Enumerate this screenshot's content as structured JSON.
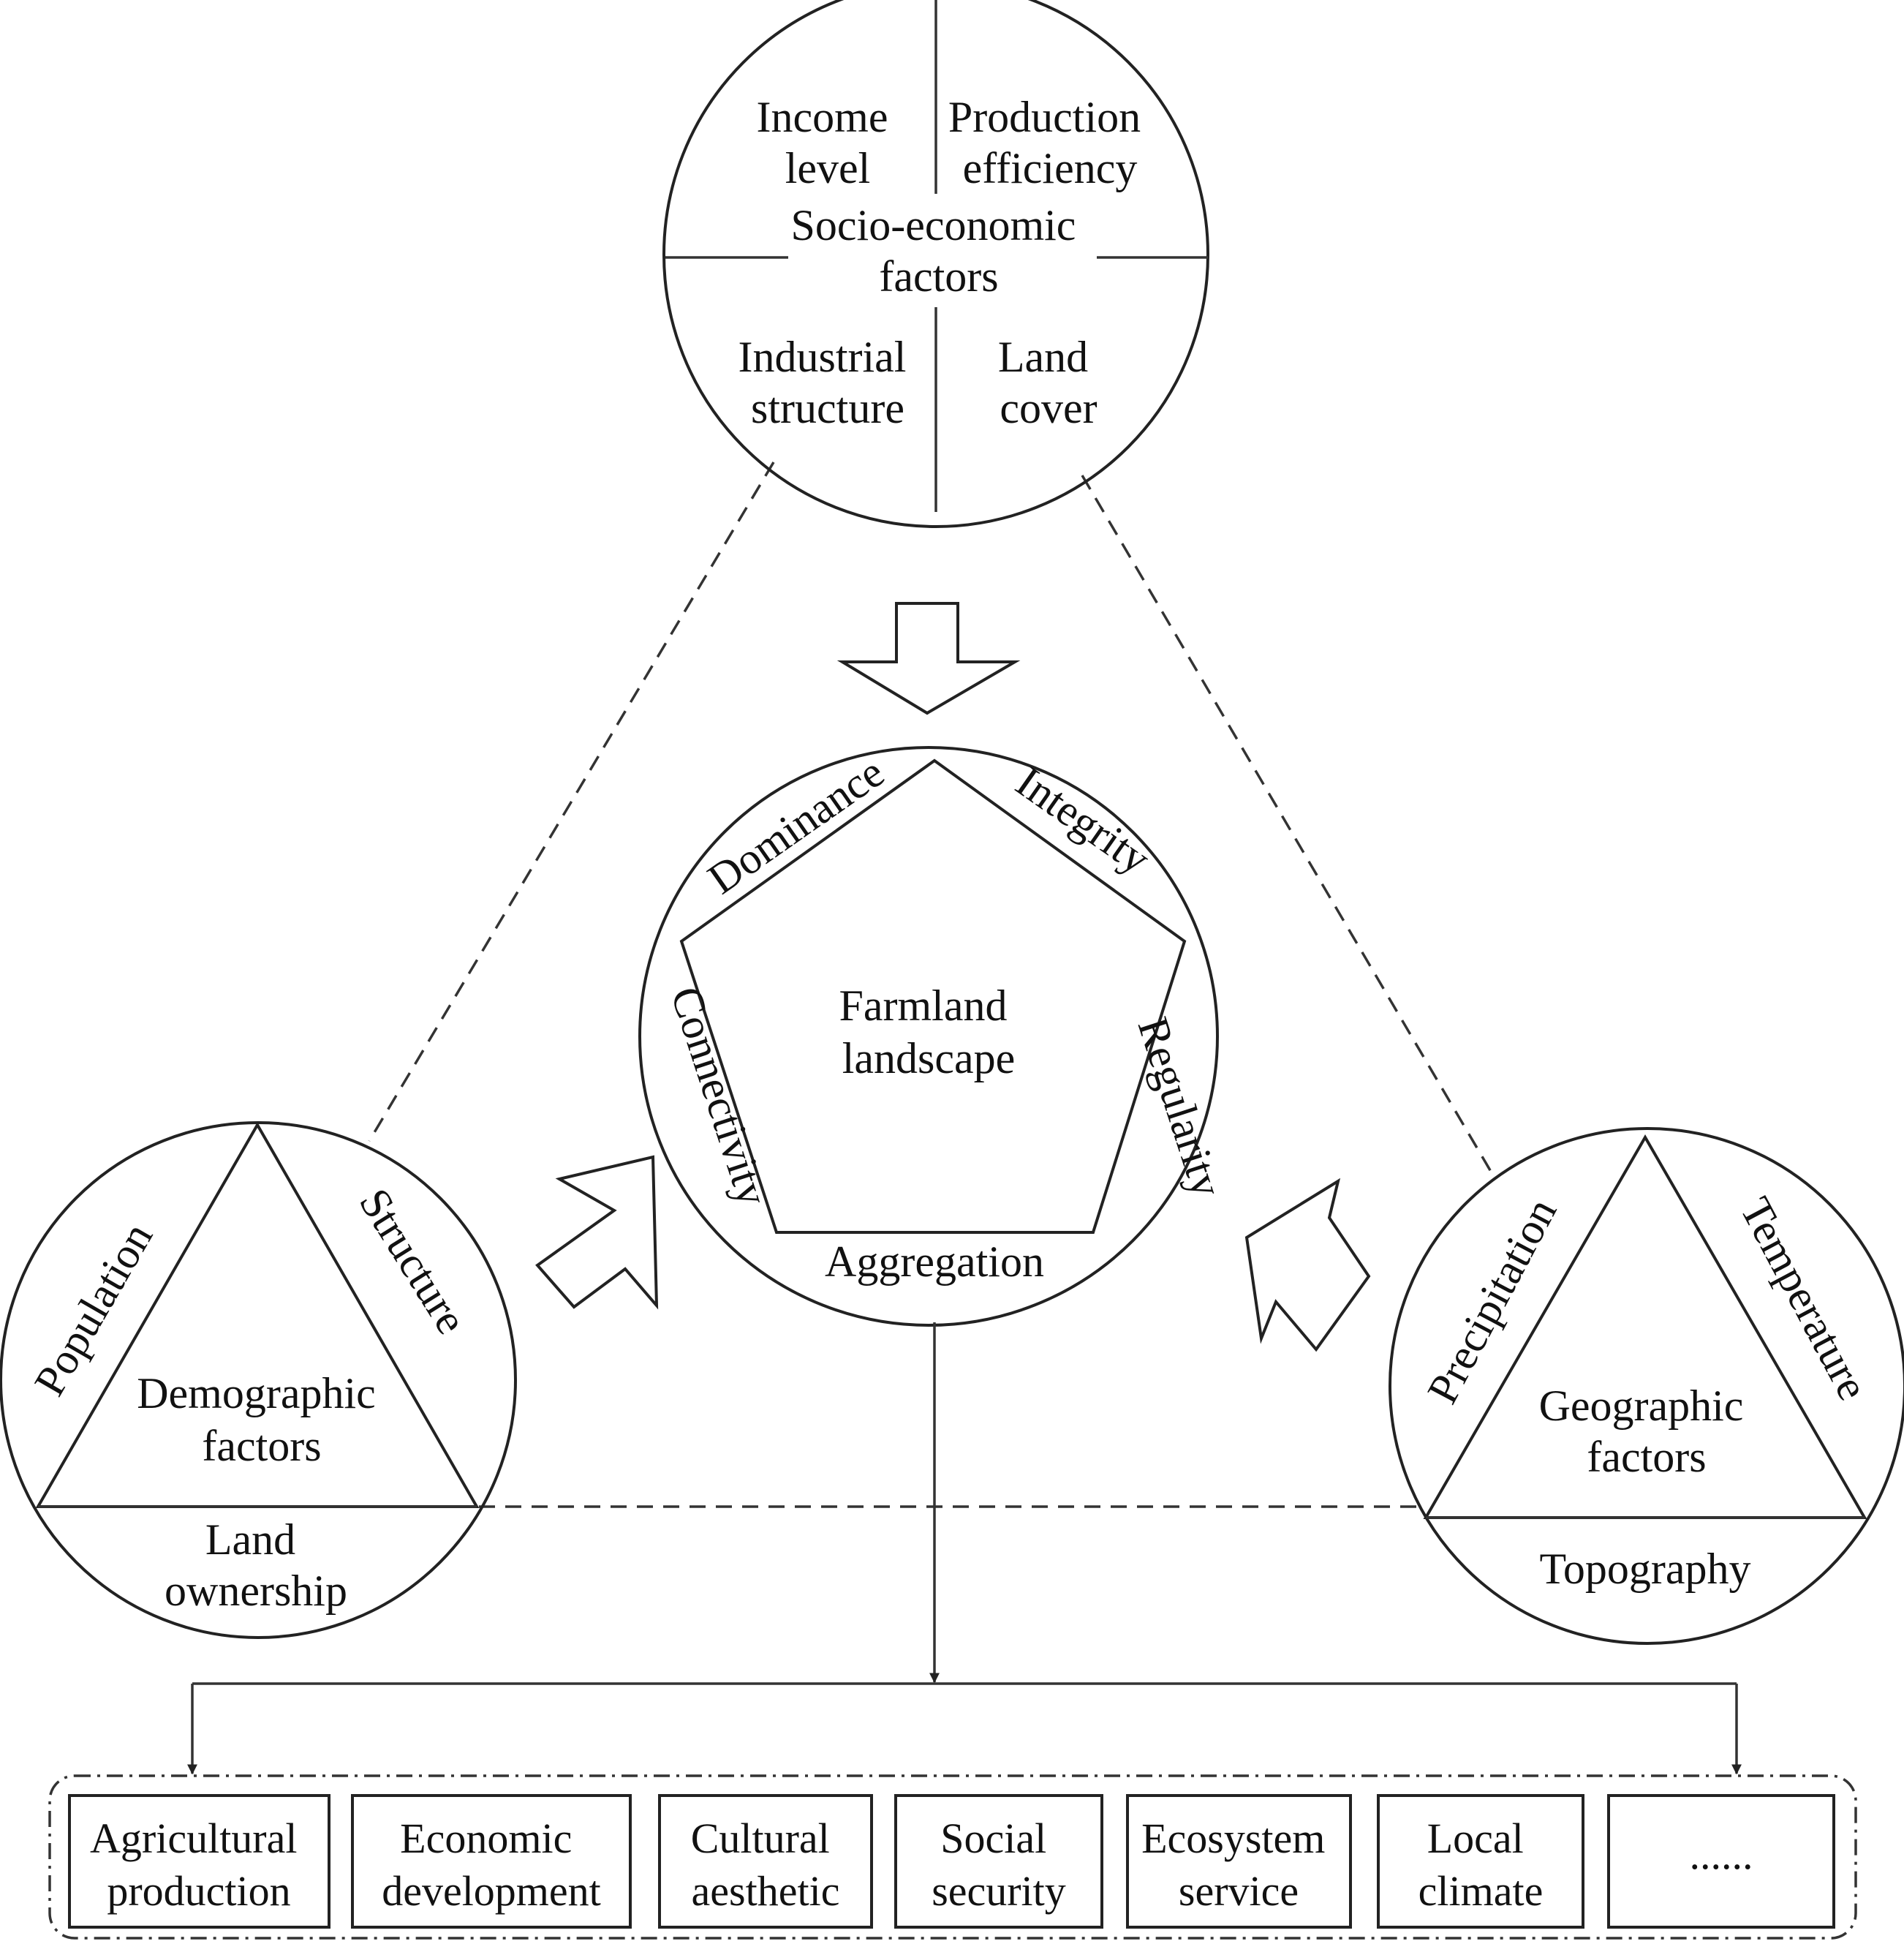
{
  "socio_economic": {
    "title_l1": "Socio-economic",
    "title_l2": "factors",
    "income_l1": "Income",
    "income_l2": "level",
    "production_l1": "Production",
    "production_l2": "efficiency",
    "industrial_l1": "Industrial",
    "industrial_l2": "structure",
    "landcover_l1": "Land",
    "landcover_l2": "cover"
  },
  "farmland": {
    "title_l1": "Farmland",
    "title_l2": "landscape",
    "dominance": "Dominance",
    "integrity": "Integrity",
    "regularity": "Regularity",
    "aggregation": "Aggregation",
    "connectivity": "Connectivity"
  },
  "demographic": {
    "title_l1": "Demographic",
    "title_l2": "factors",
    "population": "Population",
    "structure": "Structure",
    "land_l1": "Land",
    "land_l2": "ownership"
  },
  "geographic": {
    "title_l1": "Geographic",
    "title_l2": "factors",
    "precipitation": "Precipitation",
    "temperature": "Temperature",
    "topography": "Topography"
  },
  "outcomes": [
    {
      "l1": "Agricultural",
      "l2": "production"
    },
    {
      "l1": "Economic",
      "l2": "development"
    },
    {
      "l1": "Cultural",
      "l2": "aesthetic"
    },
    {
      "l1": "Social",
      "l2": "security"
    },
    {
      "l1": "Ecosystem",
      "l2": "service"
    },
    {
      "l1": "Local",
      "l2": "climate"
    },
    {
      "l1": "......",
      "l2": ""
    }
  ]
}
